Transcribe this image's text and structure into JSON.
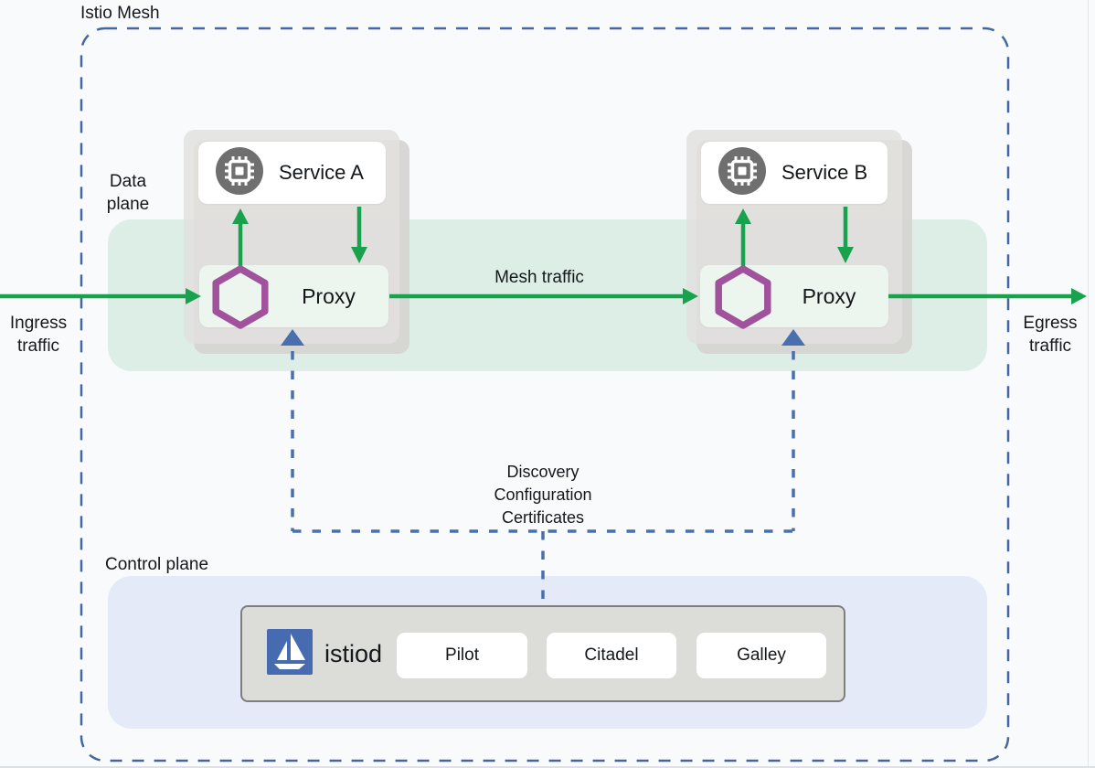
{
  "diagram": {
    "title": "Istio Mesh",
    "labels": {
      "data_plane": "Data plane",
      "control_plane": "Control plane",
      "ingress": "Ingress traffic",
      "egress": "Egress traffic",
      "mesh_traffic": "Mesh traffic"
    },
    "connector": {
      "lines": [
        "Discovery",
        "Configuration",
        "Certificates"
      ]
    },
    "services": [
      {
        "name": "Service A",
        "icon": "cpu-chip-icon",
        "proxy": {
          "label": "Proxy",
          "icon": "envoy-hexagon-icon"
        }
      },
      {
        "name": "Service B",
        "icon": "cpu-chip-icon",
        "proxy": {
          "label": "Proxy",
          "icon": "envoy-hexagon-icon"
        }
      }
    ],
    "control_plane": {
      "istiod": {
        "label": "istiod",
        "icon": "istio-sail-logo"
      },
      "components": [
        {
          "label": "Pilot"
        },
        {
          "label": "Citadel"
        },
        {
          "label": "Galley"
        }
      ]
    },
    "colors": {
      "arrow_green": "#18a24e",
      "connector_blue": "#4a6fae",
      "mesh_border_blue": "#44679f",
      "hexagon_purple": "#a1529d",
      "istio_logo_blue": "#466bb0",
      "band_green": "#ddeee6",
      "control_plane_bg": "#e4eaf7",
      "card_gray": "#e2e1de"
    }
  }
}
